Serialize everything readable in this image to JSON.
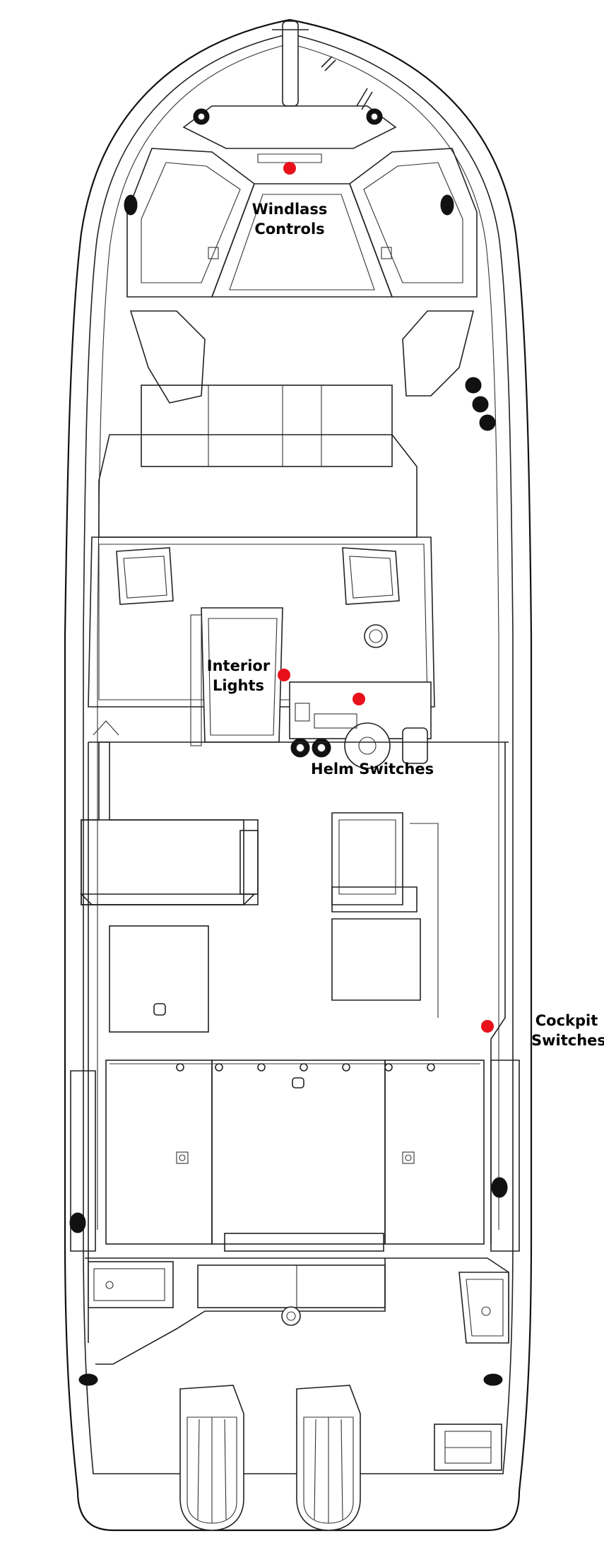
{
  "colors": {
    "marker": "#e8101a",
    "outline": "#111111",
    "background": "#ffffff"
  },
  "labels": {
    "windlass": {
      "line1": "Windlass",
      "line2": "Controls"
    },
    "interior": {
      "line1": "Interior",
      "line2": "Lights"
    },
    "helm": {
      "line1": "Helm Switches"
    },
    "cockpit": {
      "line1": "Cockpit",
      "line2": "Switches"
    }
  },
  "markers": [
    {
      "id": "windlass-controls"
    },
    {
      "id": "interior-lights"
    },
    {
      "id": "helm-switches"
    },
    {
      "id": "cockpit-switches"
    }
  ],
  "icons": {
    "cleat": "cleat-icon",
    "outboard": "outboard-engine-icon",
    "marker": "location-marker-icon"
  }
}
